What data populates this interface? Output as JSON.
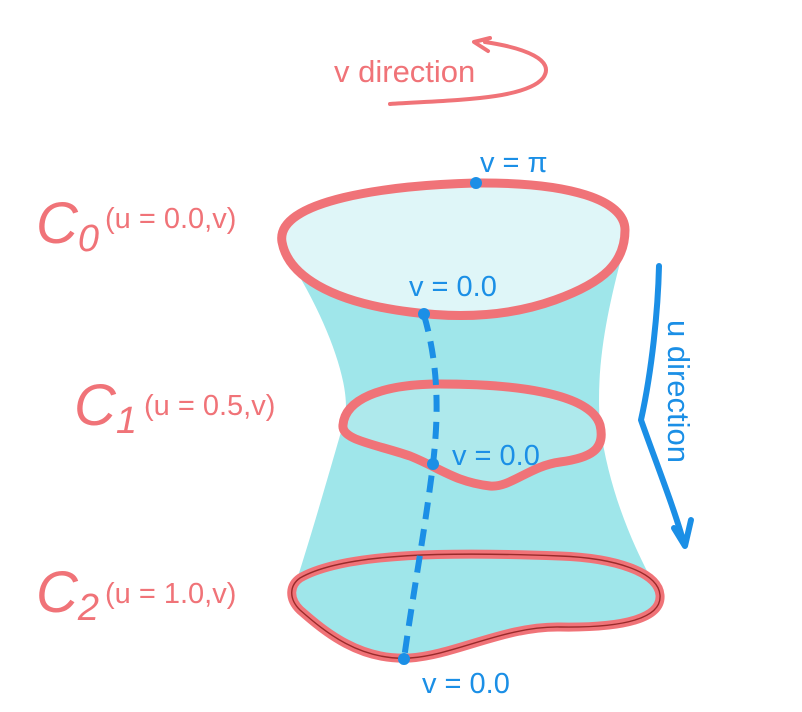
{
  "labels": {
    "v_direction": "v direction",
    "u_direction": "u direction",
    "v_pi": "v = π",
    "v_zero_top": "v = 0.0",
    "v_zero_mid": "v = 0.0",
    "v_zero_bottom": "v = 0.0"
  },
  "curves": [
    {
      "name": "C",
      "sub": "0",
      "param": "(u = 0.0,v)"
    },
    {
      "name": "C",
      "sub": "1",
      "param": "(u = 0.5,v)"
    },
    {
      "name": "C",
      "sub": "2",
      "param": "(u = 1.0,v)"
    }
  ],
  "colors": {
    "curve": "#f07378",
    "blue": "#1b8fe6",
    "surface": "#9fe6ea",
    "surface_top": "#dff6f8",
    "outline": "#9a2a2a"
  }
}
